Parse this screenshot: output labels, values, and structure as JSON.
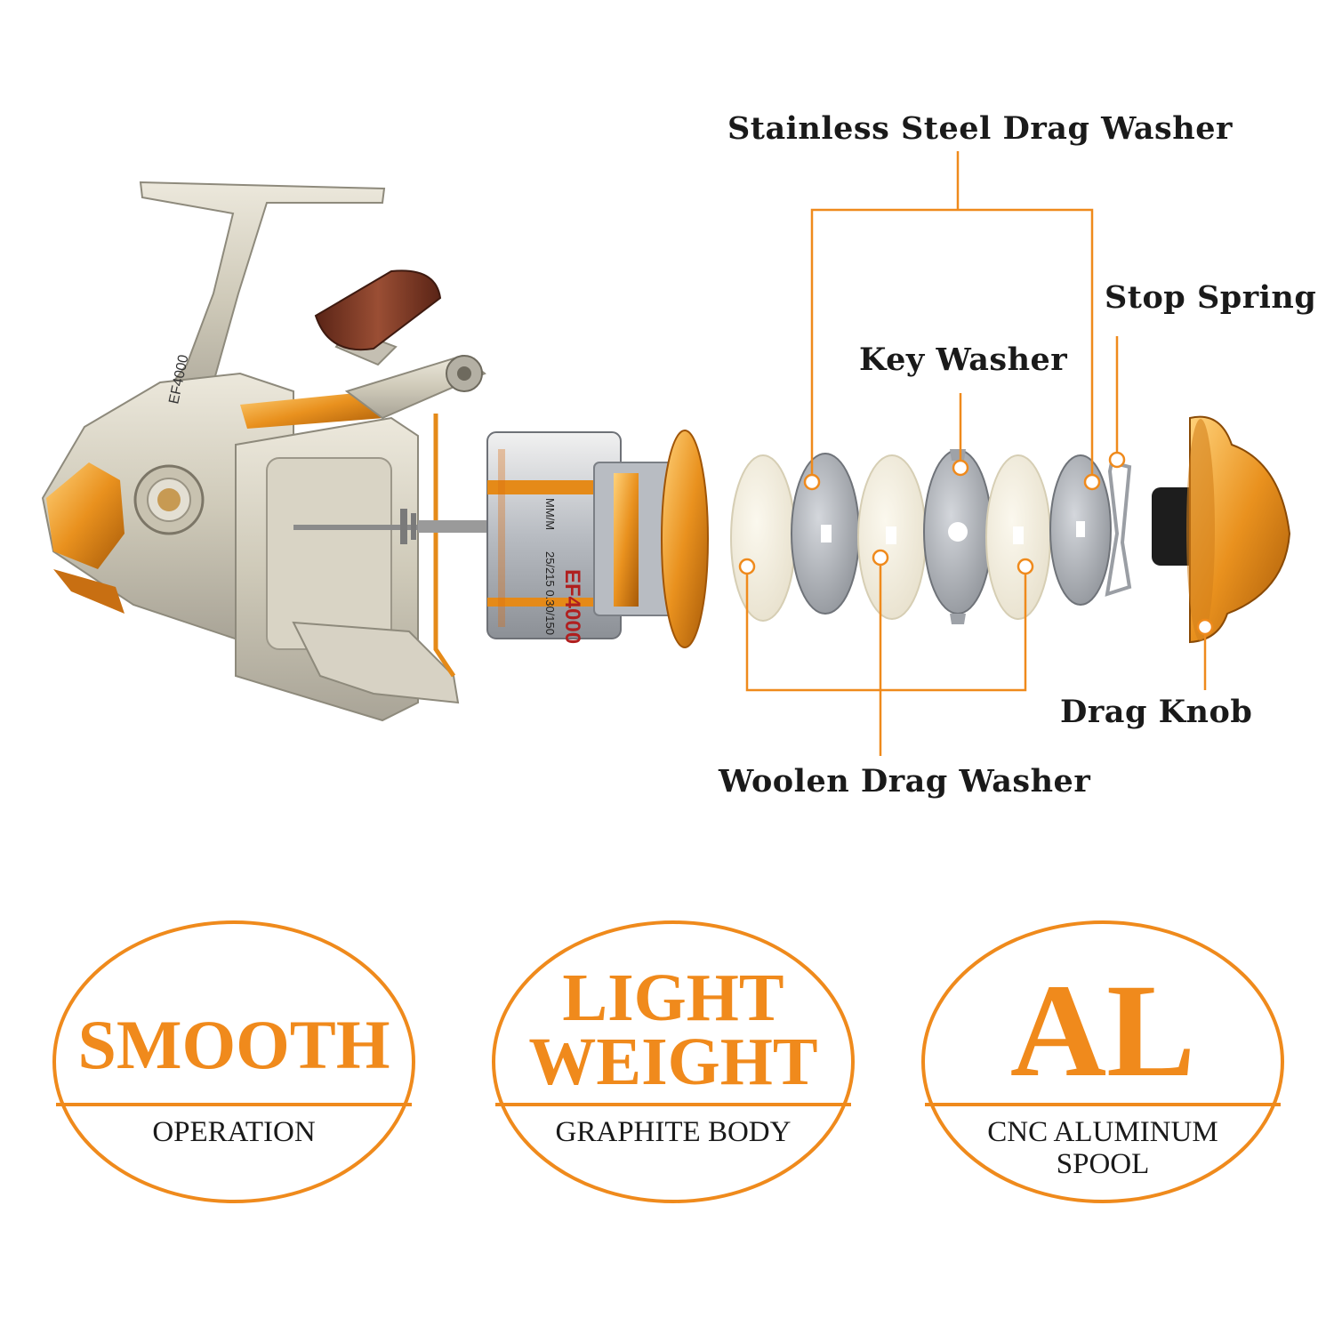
{
  "callouts": {
    "stainless": "Stainless Steel Drag Washer",
    "stop_spring": "Stop Spring",
    "key_washer": "Key Washer",
    "drag_knob": "Drag Knob",
    "woolen": "Woolen Drag Washer"
  },
  "reel_markings": {
    "model_arm": "EF4000",
    "model_spool": "EF4000",
    "spool_capacity": "25/215  0.30/150",
    "spool_unit": "MM/M"
  },
  "badges": [
    {
      "big": "SMOOTH",
      "small": "OPERATION"
    },
    {
      "big": "LIGHT WEIGHT",
      "big_line1": "LIGHT",
      "big_line2": "WEIGHT",
      "small": "GRAPHITE BODY"
    },
    {
      "big": "AL",
      "small": "CNC ALUMINUM SPOOL",
      "small_line1": "CNC ALUMINUM",
      "small_line2": "SPOOL"
    }
  ],
  "colors": {
    "accent": "#f08a1c",
    "text": "#1a1a1a",
    "felt": "#f3eee0",
    "steel": "#b9bcc2",
    "silver": "#d6d2c4",
    "wood": "#7b3a26"
  }
}
